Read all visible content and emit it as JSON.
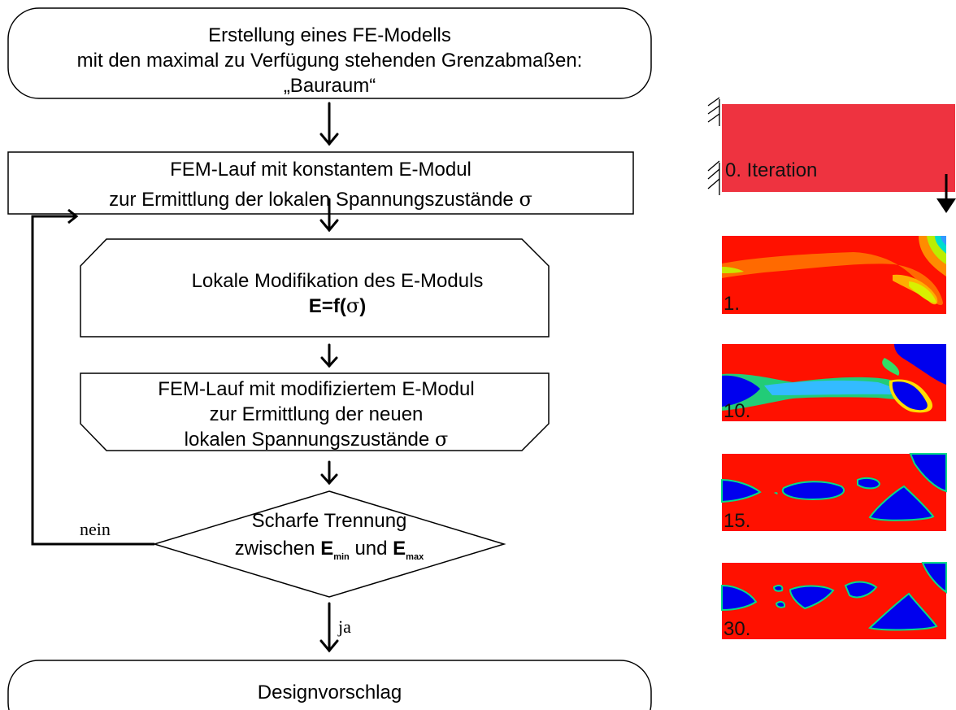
{
  "flow": {
    "start": {
      "line1": "Erstellung eines FE-Modells",
      "line2": "mit den maximal zu Verfügung stehenden Grenzabmaßen:",
      "line3": "„Bauraum“"
    },
    "step1": {
      "line1": "FEM-Lauf mit konstantem E-Modul",
      "line2_prefix": "zur Ermittlung der lokalen Spannungszustände",
      "sigma": "σ"
    },
    "loop_start": {
      "line1": "Lokale Modifikation des E-Moduls",
      "formula_prefix": "E=f(",
      "sigma": "σ",
      "formula_suffix": ")"
    },
    "loop_end": {
      "line1": "FEM-Lauf mit modifiziertem E-Modul",
      "line2": "zur Ermittlung der neuen",
      "line3_prefix": "lokalen Spannungszustände",
      "sigma": "σ"
    },
    "decision": {
      "line1": "Scharfe Trennung",
      "line2_prefix": "zwischen",
      "e_symbol": "E",
      "sub_min": "min",
      "conj": "und",
      "sub_max": "max"
    },
    "no_label": "nein",
    "yes_label": "ja",
    "end": {
      "text": "Designvorschlag"
    }
  },
  "iterations": {
    "initial_label": "0. Iteration",
    "labels": [
      "1.",
      "10.",
      "15.",
      "30."
    ]
  },
  "colors": {
    "domain": "#ee3340",
    "material": "#ff1100",
    "void": "#0000ee",
    "edge": "#000000"
  }
}
